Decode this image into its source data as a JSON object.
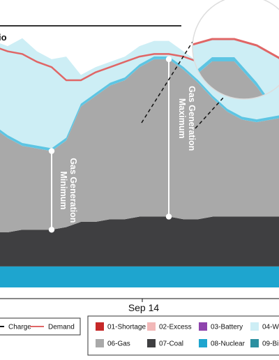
{
  "chart_data": {
    "type": "area",
    "title_fragment": "io",
    "x_tick_label": "Sep 14",
    "annotations": {
      "min_label": [
        "Gas Generation",
        "Minimum"
      ],
      "max_label": [
        "Gas Generation",
        "Maximum"
      ]
    },
    "x": [
      0,
      1,
      2,
      3,
      4,
      5,
      6,
      7,
      8,
      9,
      10,
      11,
      12,
      13,
      14,
      15,
      16,
      17,
      18,
      19,
      20
    ],
    "series": [
      {
        "key": "nuclear",
        "name": "08-Nuclear",
        "color": "#1ea5cf",
        "values": [
          8,
          8,
          8,
          8,
          8,
          8,
          8,
          8,
          8,
          8,
          8,
          8,
          8,
          8,
          8,
          8,
          8,
          8,
          8,
          8,
          8
        ]
      },
      {
        "key": "coal",
        "name": "07-Coal",
        "color": "#3f3f41",
        "values": [
          13,
          13,
          14,
          14,
          14,
          15,
          17,
          17,
          18,
          18,
          19,
          19,
          19,
          18,
          18,
          19,
          19,
          19,
          19,
          19,
          19
        ]
      },
      {
        "key": "gas",
        "name": "06-Gas",
        "color": "#a9a9a9",
        "values": [
          40,
          36,
          32,
          31,
          30,
          33,
          44,
          48,
          51,
          53,
          57,
          60,
          60,
          57,
          52,
          45,
          40,
          37,
          36,
          37,
          38
        ]
      },
      {
        "key": "wind_solar",
        "name": "04-W",
        "color": "#cdeef5",
        "values": [
          33,
          35,
          41,
          37,
          35,
          32,
          12,
          11,
          9,
          9,
          8,
          7,
          7,
          7,
          8,
          10,
          12,
          14,
          16,
          17,
          18
        ]
      }
    ],
    "nuclear_band_color": "#5dc5e3",
    "demand": {
      "name": "Demand",
      "color": "#e06666",
      "values": [
        92,
        90,
        89,
        86,
        84,
        79,
        79,
        82,
        84,
        86,
        88,
        89,
        89,
        88,
        86,
        83,
        81,
        79,
        78,
        78,
        78
      ]
    },
    "markers": {
      "min_index": 4,
      "max_index": 12
    },
    "zoom_inset": {
      "shown": true
    },
    "legend": [
      {
        "name": "Charge",
        "swatch": "line",
        "color": "#111111"
      },
      {
        "name": "Demand",
        "swatch": "line",
        "color": "#e06666"
      },
      {
        "name": "01-Shortage",
        "swatch": "box",
        "color": "#c62828"
      },
      {
        "name": "02-Excess",
        "swatch": "box",
        "color": "#f2b8b8"
      },
      {
        "name": "03-Battery",
        "swatch": "box",
        "color": "#8e44ad"
      },
      {
        "name": "04-W",
        "swatch": "box",
        "color": "#cdeef5"
      },
      {
        "name": "06-Gas",
        "swatch": "box",
        "color": "#a9a9a9"
      },
      {
        "name": "07-Coal",
        "swatch": "box",
        "color": "#3f3f41"
      },
      {
        "name": "08-Nuclear",
        "swatch": "box",
        "color": "#1ea5cf"
      },
      {
        "name": "09-Bi",
        "swatch": "box",
        "color": "#2a8fa0"
      }
    ],
    "ylim": [
      0,
      100
    ]
  }
}
